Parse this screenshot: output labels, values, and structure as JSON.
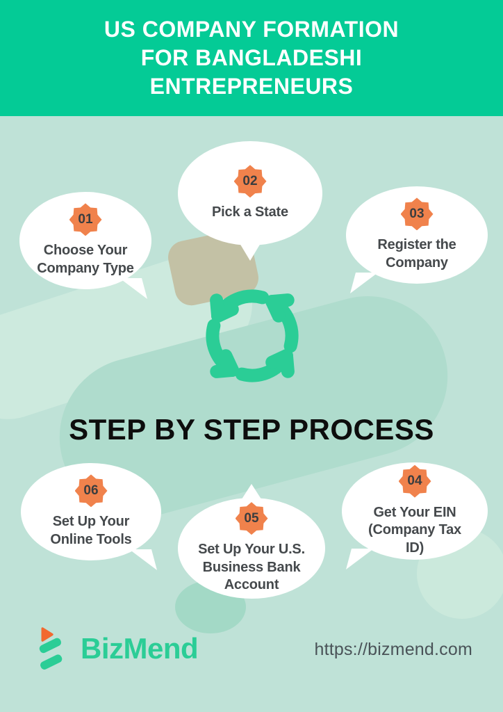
{
  "header": {
    "title_lines": [
      "US COMPANY FORMATION",
      "FOR BANGLADESHI",
      "ENTREPRENEURS"
    ]
  },
  "center": {
    "title": "STEP BY STEP PROCESS"
  },
  "steps": [
    {
      "number": "01",
      "label": "Choose Your Company Type"
    },
    {
      "number": "02",
      "label": "Pick a State"
    },
    {
      "number": "03",
      "label": "Register the Company"
    },
    {
      "number": "04",
      "label": "Get Your EIN (Company Tax ID)"
    },
    {
      "number": "05",
      "label": "Set Up Your U.S. Business Bank Account"
    },
    {
      "number": "06",
      "label": "Set Up Your Online Tools"
    }
  ],
  "footer": {
    "brand": "BizMend",
    "url": "https://bizmend.com"
  },
  "icons": {
    "center_icon": "cycle-arrows-icon",
    "logo_icon": "bizmend-mark-icon"
  },
  "colors": {
    "header_green": "#04cb96",
    "background_mint": "#bfe2d7",
    "accent_green": "#2bcd96",
    "badge_orange": "#f0824c",
    "badge_number": "#3a3d3f",
    "bubble_text": "#45494c",
    "title_black": "#0d0d0d",
    "url_text": "#4a5358",
    "logo_orange": "#f2692f"
  }
}
